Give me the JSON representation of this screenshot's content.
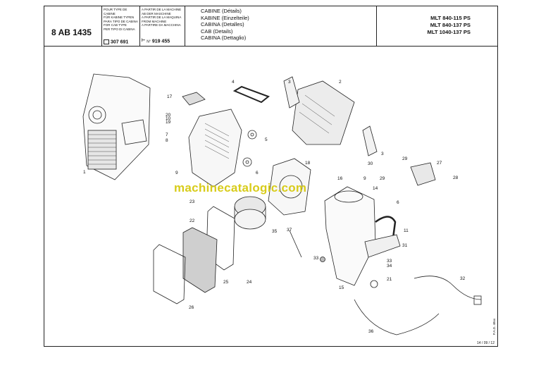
{
  "header": {
    "code": "8 AB 1435",
    "for_cab_type": [
      "POUR TYPE DE CABINE",
      "FÜR KABINE TYPEN",
      "PARA TIPO DE CABINA",
      "FOR CAB TYPE",
      "PER TIPO DI CABINA"
    ],
    "cab_number": "307 691",
    "from_machine": [
      "A PARTIR DE LA MACHINE",
      "AB DER MASCHINE",
      "A PARTIR DE LA MAQUINA",
      "FROM MACHINE",
      "A PARTIRE DA MACCHINA"
    ],
    "machine_number": "919 455",
    "machine_prefix": "N°",
    "titles": [
      "CABINE (Détails)",
      "KABINE (Einzelteile)",
      "CABINA (Detalles)",
      "CAB (Details)",
      "CABINA (Dettaglio)"
    ],
    "models": [
      "MLT 840-115 PS",
      "MLT 840-137 PS",
      "MLT 1040-137 PS"
    ]
  },
  "drawing": {
    "callouts": [
      "1",
      "2",
      "3",
      "3",
      "4",
      "5",
      "6",
      "6",
      "7",
      "8",
      "9",
      "9",
      "10",
      "11",
      "14",
      "15",
      "16",
      "17",
      "18",
      "19",
      "20",
      "21",
      "22",
      "23",
      "24",
      "25",
      "26",
      "27",
      "28",
      "29",
      "29",
      "30",
      "31",
      "32",
      "33",
      "33",
      "34",
      "35",
      "36",
      "37"
    ],
    "watermark": "machinecatalogic.com",
    "footer_date": "14 / 09 / 12",
    "side_note": "P.A.D. 48xx"
  }
}
